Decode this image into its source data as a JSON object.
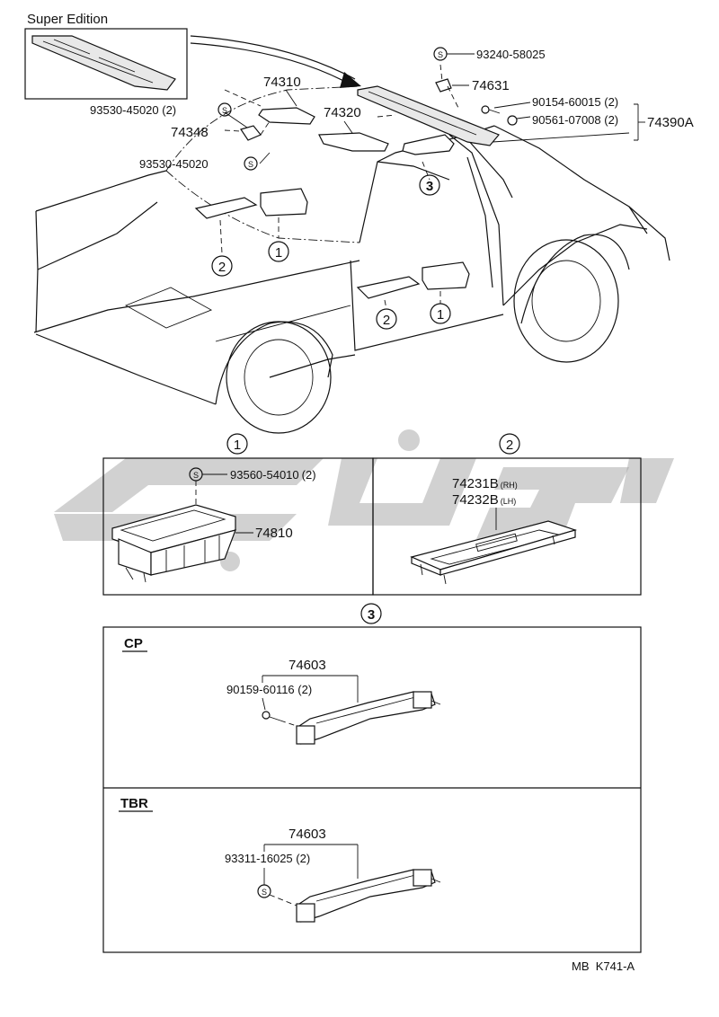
{
  "super_edition_label": "Super Edition",
  "callouts": {
    "c1": "1",
    "c2": "2",
    "c3": "3"
  },
  "parts": {
    "p93240": "93240-58025",
    "p74631": "74631",
    "p74310": "74310",
    "p74320": "74320",
    "p93530a": "93530-45020 (2)",
    "p74348": "74348",
    "p93530b": "93530-45020",
    "p90154": "90154-60015 (2)",
    "p90561": "90561-07008 (2)",
    "p74390A": "74390A",
    "p93560": "93560-54010",
    "p93560_qty": "(2)",
    "p74810": "74810",
    "p74231B": "74231B",
    "p74231B_side": "(RH)",
    "p74232B": "74232B",
    "p74232B_side": "(LH)",
    "cp_74603": "74603",
    "p90159": "90159-60116 (2)",
    "tbr_74603": "74603",
    "p93311": "93311-16025 (2)"
  },
  "screw_symbol": "S",
  "sections": {
    "cp": "CP",
    "tbr": "TBR"
  },
  "footer": "MB  K741-A"
}
